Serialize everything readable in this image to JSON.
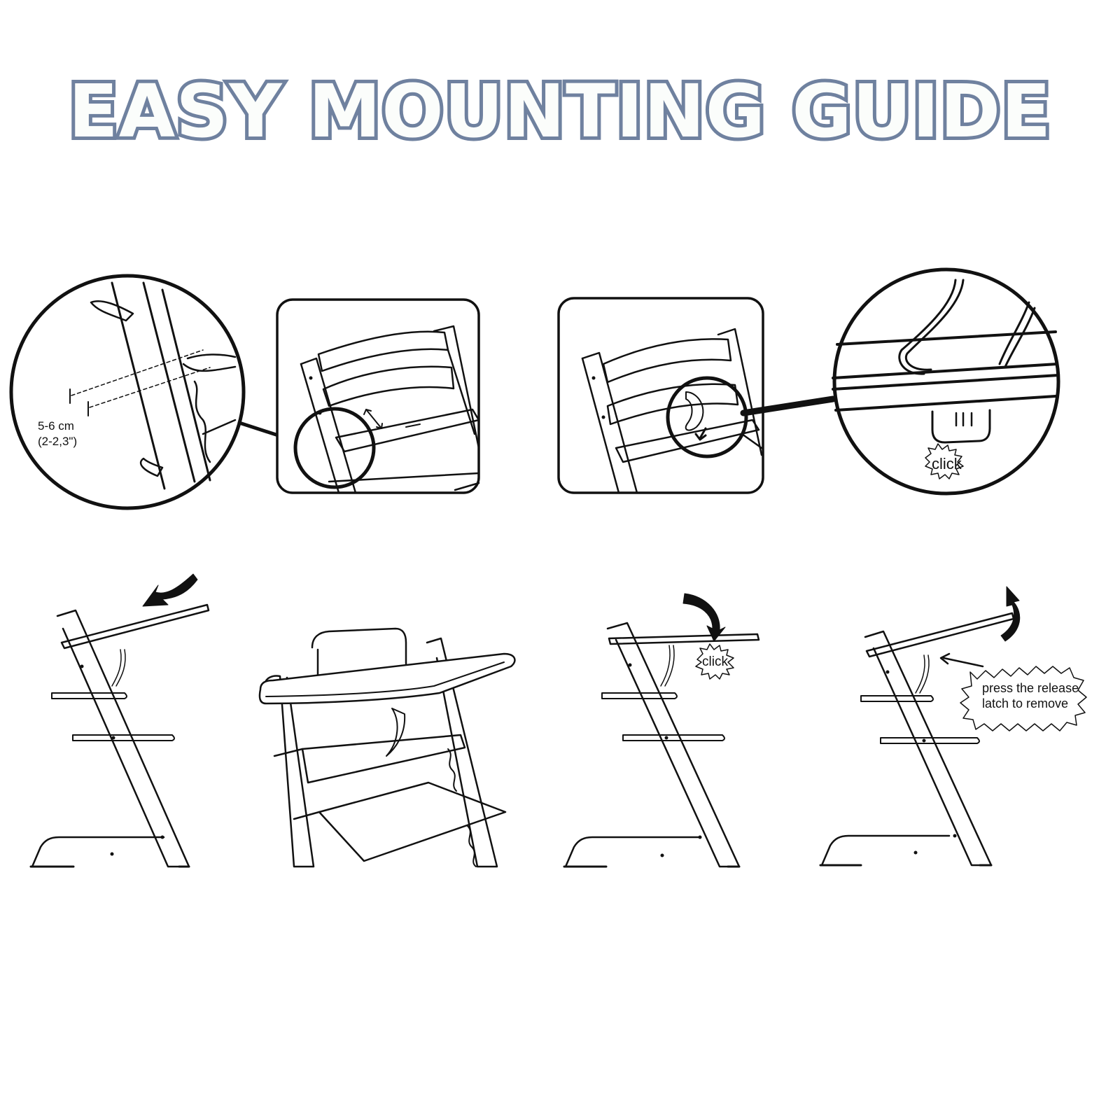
{
  "title": "EASY MOUNTING GUIDE",
  "colors": {
    "title_fill": "#fbfdfb",
    "title_outline": "#6f819f",
    "line": "#111111",
    "background": "#ffffff"
  },
  "labels": {
    "measure_metric": "5-6 cm",
    "measure_imperial": "(2-2,3\")",
    "click_top": "click",
    "click_step3": "click",
    "release_line1": "press the release",
    "release_line2": "latch to remove"
  }
}
